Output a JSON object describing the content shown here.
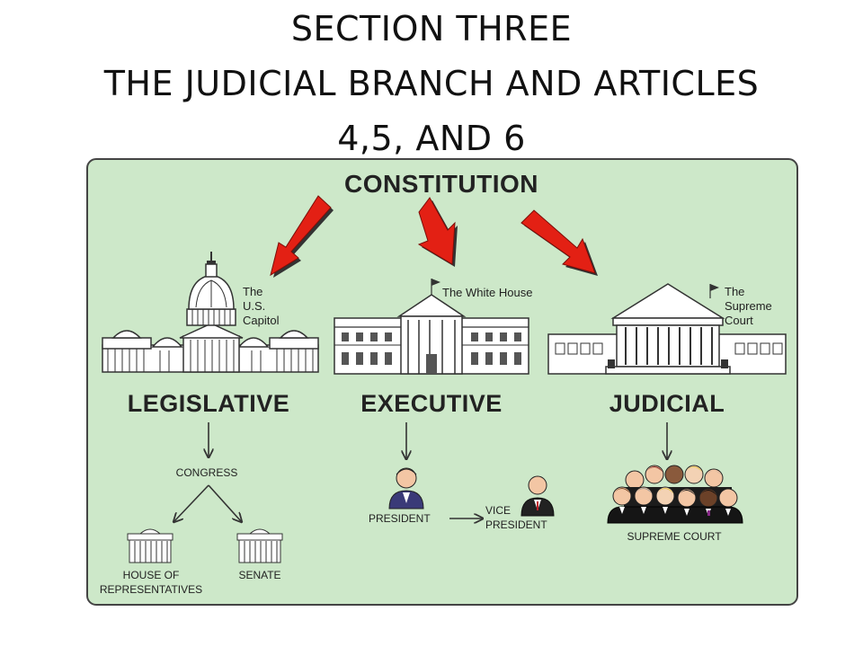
{
  "slide": {
    "title_lines": [
      "SECTION THREE",
      "THE JUDICIAL BRANCH AND ARTICLES",
      "4,5, AND 6"
    ]
  },
  "diagram": {
    "background": "#cde8c9",
    "arrow_color": "#e32014",
    "top_label": "CONSTITUTION",
    "branches": [
      {
        "name": "LEGISLATIVE",
        "building_caption": [
          "The",
          "U.S.",
          "Capitol"
        ],
        "body": "CONGRESS",
        "parts": [
          "HOUSE OF",
          "REPRESENTATIVES",
          "SENATE"
        ]
      },
      {
        "name": "EXECUTIVE",
        "building_caption": [
          "The White House"
        ],
        "officials": [
          "PRESIDENT",
          "VICE",
          "PRESIDENT"
        ]
      },
      {
        "name": "JUDICIAL",
        "building_caption": [
          "The",
          "Supreme",
          "Court"
        ],
        "body": "SUPREME COURT"
      }
    ]
  }
}
